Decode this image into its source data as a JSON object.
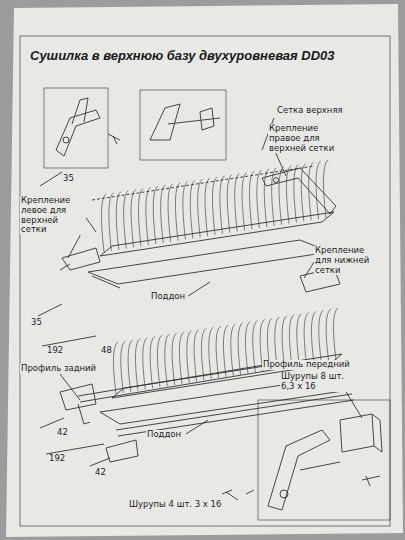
{
  "diagram": {
    "title": "Сушилка в верхнюю базу двухуровневая DD03",
    "labels": [
      "Сетка верхняя",
      "Крепление правое для верхней сетки",
      "35",
      "Крепление левое для верхней сетки",
      "Крепление для нижней сетки",
      "Поддон",
      "35",
      "192",
      "48",
      "Профиль задний",
      "Профиль передний",
      "Шурупы 8 шт. 6,3 x 16",
      "Поддон",
      "42",
      "192",
      "42",
      "Шурупы 4 шт. 3 x 16"
    ]
  }
}
